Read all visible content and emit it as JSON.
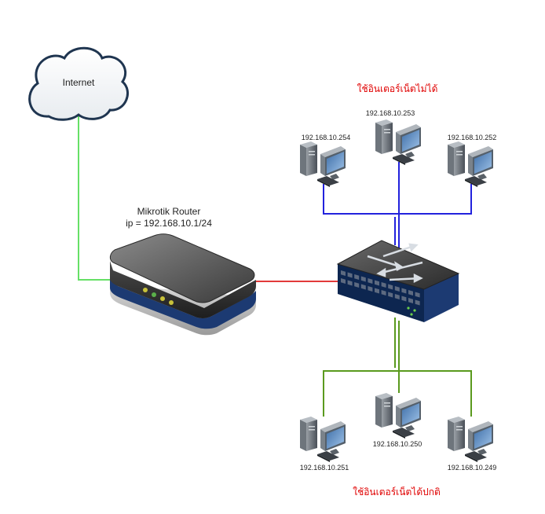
{
  "internet": {
    "label": "Internet"
  },
  "router": {
    "name": "Mikrotik Router",
    "ip": "ip = 192.168.10.1/24"
  },
  "groups": {
    "blocked": {
      "caption": "ใช้อินเตอร์เน็ตไม่ได้",
      "pcs": [
        {
          "ip": "192.168.10.254"
        },
        {
          "ip": "192.168.10.253"
        },
        {
          "ip": "192.168.10.252"
        }
      ]
    },
    "allowed": {
      "caption": "ใช้อินเตอร์เน็ตได้ปกติ",
      "pcs": [
        {
          "ip": "192.168.10.251"
        },
        {
          "ip": "192.168.10.250"
        },
        {
          "ip": "192.168.10.249"
        }
      ]
    }
  },
  "colors": {
    "internet_link": "#66e066",
    "router_link": "#e23a3a",
    "blocked_link": "#2222dd",
    "allowed_link": "#5a9a1e",
    "caption": "#e00000"
  }
}
